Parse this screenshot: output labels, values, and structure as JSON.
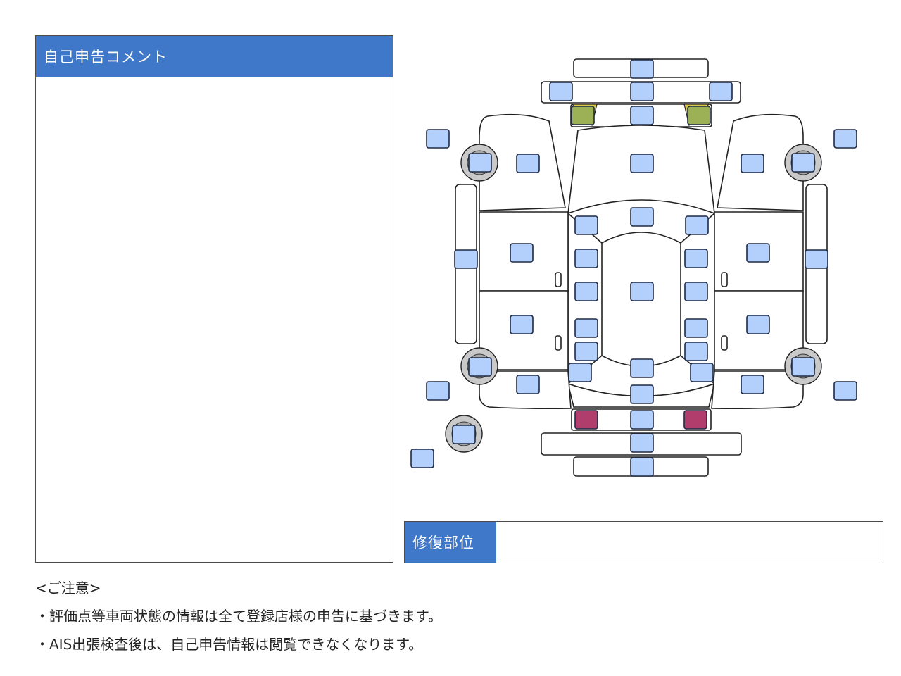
{
  "comment_panel": {
    "title": "自己申告コメント",
    "content": ""
  },
  "repair": {
    "label": "修復部位",
    "value": ""
  },
  "notes": {
    "heading": "<ご注意>",
    "items": [
      "・評価点等車両状態の情報は全て登録店様の申告に基づきます。",
      "・AIS出張検査後は、自己申告情報は閲覧できなくなります。"
    ]
  },
  "colors": {
    "header_bg": "#3f78c9",
    "part_default": "#b3cffc",
    "part_yellow": "#9cb055",
    "part_red": "#b03d6b"
  }
}
